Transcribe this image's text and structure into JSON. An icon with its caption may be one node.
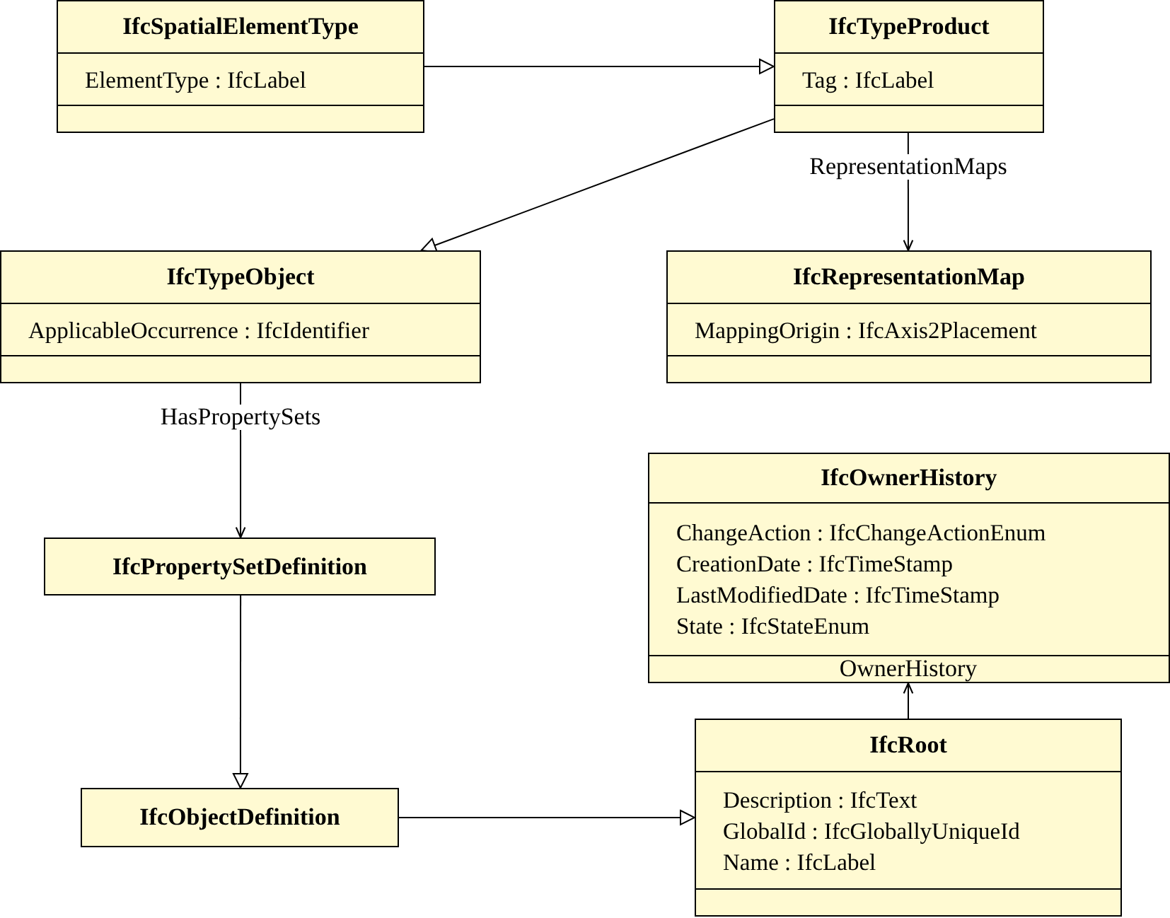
{
  "diagram": {
    "nodes": [
      {
        "text": [
          "IfcSpatialElementType",
          "ElementType : IfcLabel"
        ]
      },
      {
        "text": [
          "IfcTypeProduct",
          "Tag : IfcLabel"
        ]
      },
      {
        "text": [
          "IfcTypeObject",
          "ApplicableOccurrence : IfcIdentifier"
        ]
      },
      {
        "text": [
          "IfcRepresentationMap",
          "MappingOrigin : IfcAxis2Placement"
        ]
      },
      {
        "text": [
          "IfcPropertySetDefinition"
        ]
      },
      {
        "text": [
          "IfcOwnerHistory",
          "ChangeAction : IfcChangeActionEnum",
          "CreationDate : IfcTimeStamp",
          "LastModifiedDate : IfcTimeStamp",
          "State : IfcStateEnum"
        ]
      },
      {
        "text": [
          "IfcObjectDefinition"
        ]
      },
      {
        "text": [
          "IfcRoot",
          "Description : IfcText",
          "GlobalId : IfcGloballyUniqueId",
          "Name : IfcLabel"
        ]
      }
    ],
    "edges": [
      {
        "from": 0,
        "to": 1,
        "arrow": "to"
      },
      {
        "from": 1,
        "to": 2,
        "arrow": "to"
      },
      {
        "from": 1,
        "to": 3,
        "arrow": "to",
        "label": "RepresentationMaps"
      },
      {
        "from": 2,
        "to": 4,
        "arrow": "to",
        "label": "HasPropertySets"
      },
      {
        "from": 4,
        "to": 6,
        "arrow": "to"
      },
      {
        "from": 6,
        "to": 7,
        "arrow": "to"
      },
      {
        "from": 7,
        "to": 5,
        "arrow": "to",
        "label": "OwnerHistory"
      }
    ]
  }
}
